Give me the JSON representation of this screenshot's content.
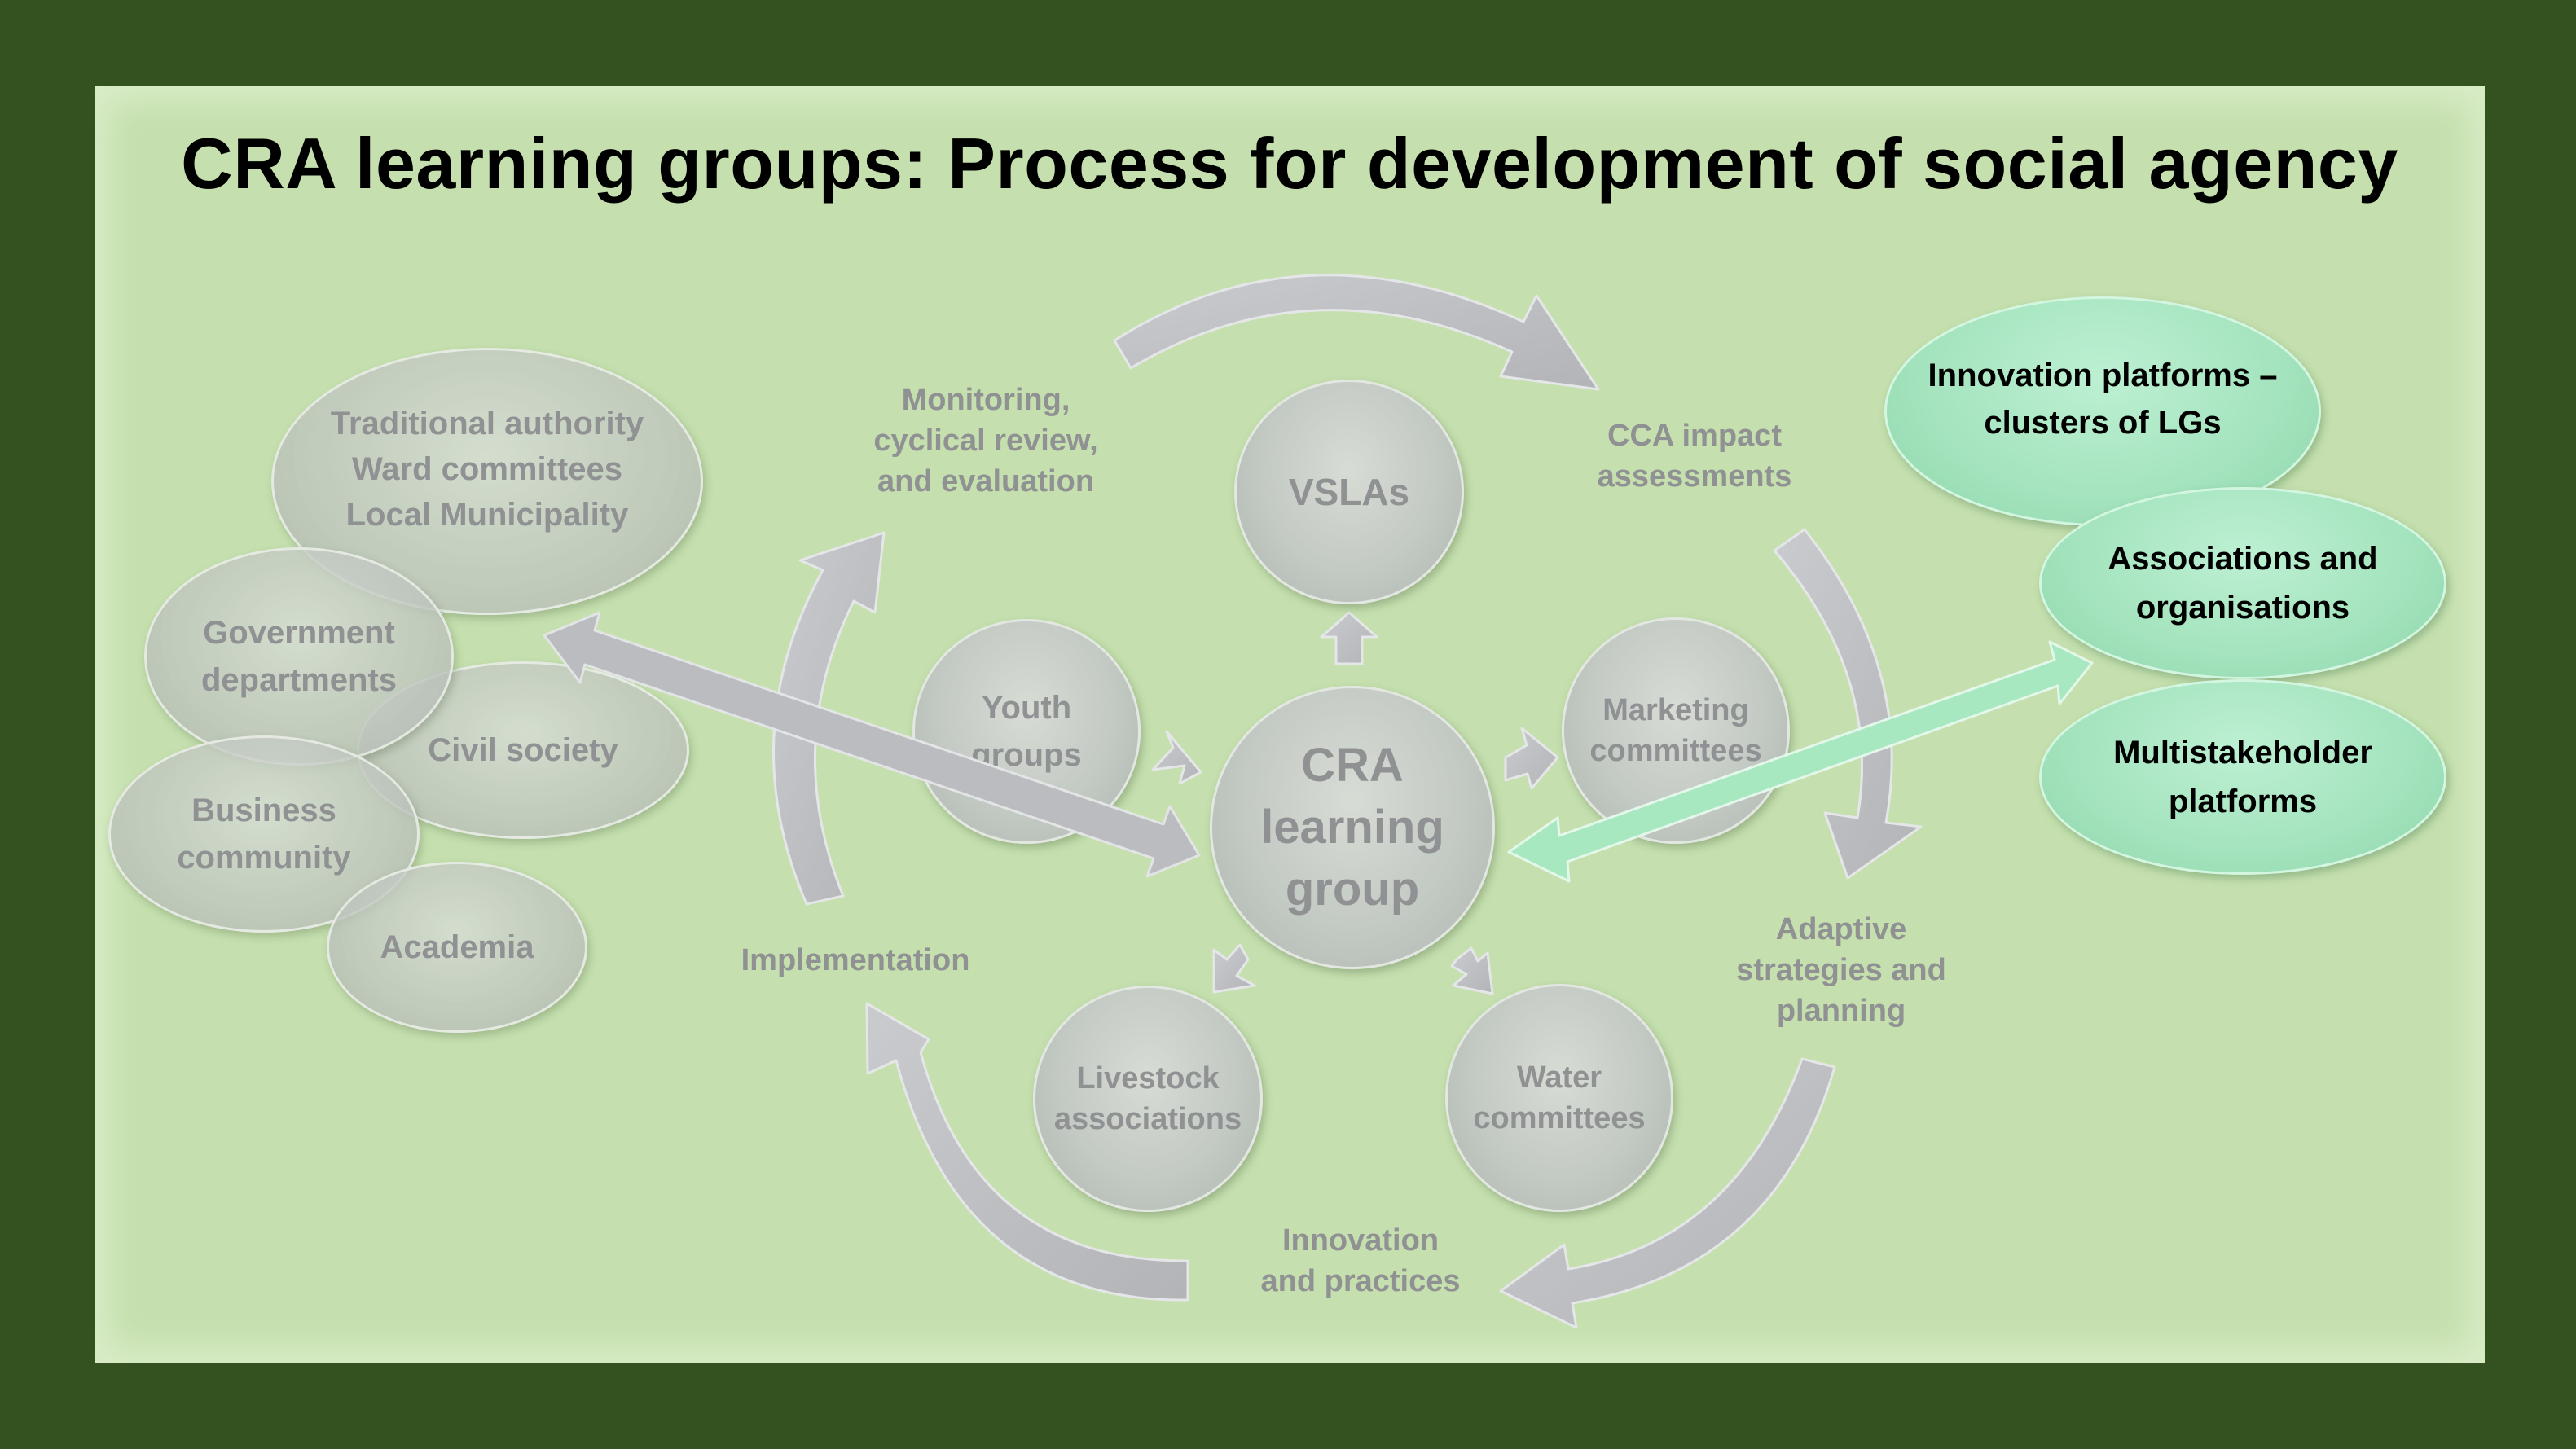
{
  "title": "CRA learning groups: Process for development of social agency",
  "center": "CRA\nlearning\ngroup",
  "groups": {
    "vslas": "VSLAs",
    "youth": "Youth\ngroups",
    "marketing": "Marketing\ncommittees",
    "livestock": "Livestock\nassociations",
    "water": "Water\ncommittees"
  },
  "cycle": {
    "monitoring": "Monitoring,\ncyclical review,\nand evaluation",
    "cca": "CCA impact\nassessments",
    "adaptive": "Adaptive\nstrategies and\nplanning",
    "innovation": "Innovation\nand practices",
    "implementation": "Implementation"
  },
  "stakeholders": {
    "traditional": "Traditional authority\nWard committees\nLocal  Municipality",
    "government": "Government\ndepartments",
    "civil": "Civil society",
    "business": "Business\ncommunity",
    "academia": "Academia"
  },
  "platforms": {
    "innovation": "Innovation platforms –\nclusters of LGs",
    "associations": "Associations and\norganisations",
    "multistakeholder": "Multistakeholder\nplatforms"
  },
  "colors": {
    "frame": "#335220",
    "panel": "#c5e0ae",
    "grey_shape": "#c3c9c3",
    "grey_text": "#8f9193",
    "green_shape": "#a3e3bd"
  }
}
